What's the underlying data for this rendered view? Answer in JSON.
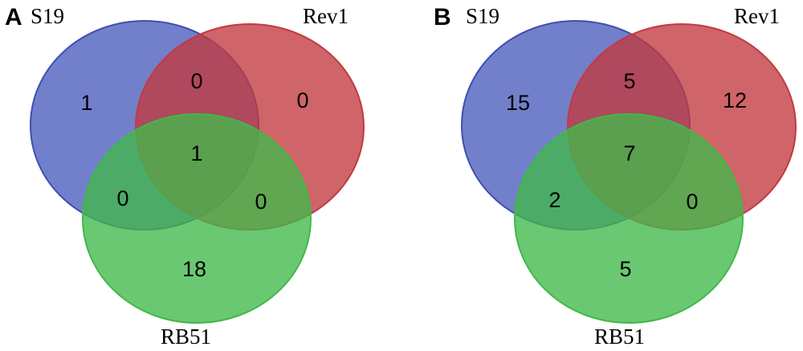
{
  "colors": {
    "set_a": "#4a5cbd",
    "set_a_stroke": "#3f4fb0",
    "set_b": "#c2393f",
    "set_b_stroke": "#c23a40",
    "set_c": "#41b84a",
    "set_c_stroke": "#3fb947"
  },
  "panels": [
    {
      "letter": "A",
      "labels": {
        "s19": "S19",
        "rev1": "Rev1",
        "rb51": "RB51"
      },
      "counts": {
        "s19_only": "1",
        "s19_rev1": "0",
        "rev1_only": "0",
        "all_three": "1",
        "s19_rb51": "0",
        "rev1_rb51": "0",
        "rb51_only": "18"
      }
    },
    {
      "letter": "B",
      "labels": {
        "s19": "S19",
        "rev1": "Rev1",
        "rb51": "RB51"
      },
      "counts": {
        "s19_only": "15",
        "s19_rev1": "5",
        "rev1_only": "12",
        "all_three": "7",
        "s19_rb51": "2",
        "rev1_rb51": "0",
        "rb51_only": "5"
      }
    }
  ]
}
